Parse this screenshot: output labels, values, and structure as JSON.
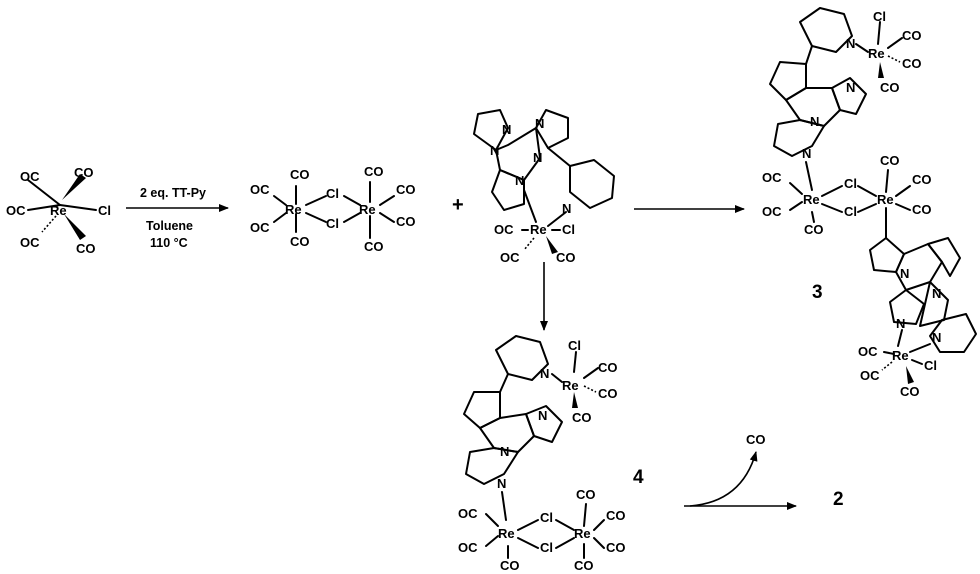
{
  "reaction": {
    "reagent_line": "2 eq. TT-Py",
    "solvent_line": "Toluene",
    "temperature_line": "110 °C",
    "plus_sign": "+",
    "compound_3_label": "3",
    "compound_4_label": "4",
    "product_2_label": "2",
    "released_gas": "CO"
  },
  "atoms": {
    "rhenium": "Re",
    "chlorine": "Cl",
    "carbonyl": "CO",
    "carbonyl_left": "OC",
    "nitrogen": "N"
  }
}
